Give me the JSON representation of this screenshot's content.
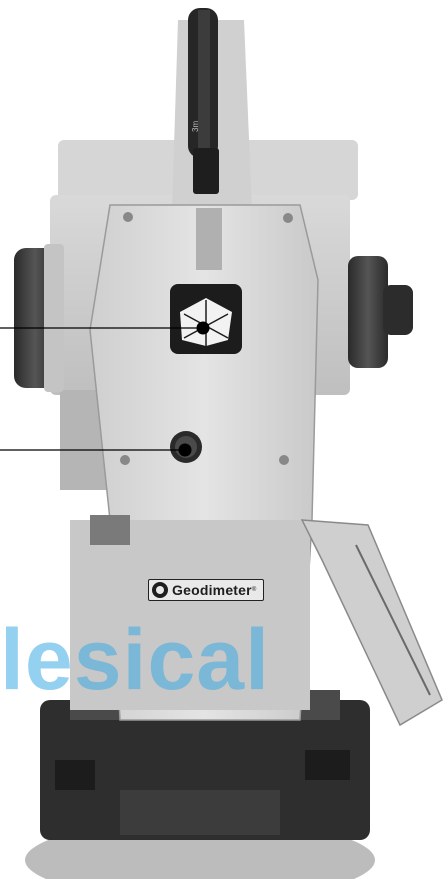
{
  "instrument": {
    "brand_label": "Geodimeter",
    "registered_mark": "®",
    "antenna_marking": "3m"
  },
  "watermark": {
    "text": "lesical",
    "color": "#3aa8e0"
  },
  "colors": {
    "body_light": "#d8d8d8",
    "body_mid": "#bdbdbd",
    "body_dark": "#3a3a3a",
    "leader_line": "#000000"
  }
}
